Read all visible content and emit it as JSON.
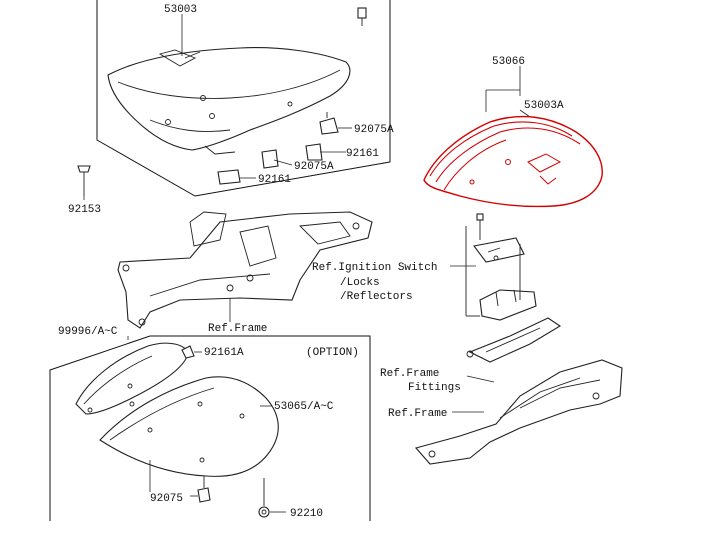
{
  "labels": {
    "p53003": "53003",
    "p92075a_1": "92075A",
    "p92161_1": "92161",
    "p92075a_2": "92075A",
    "p92161_2": "92161",
    "p92153": "92153",
    "p53066": "53066",
    "p53003a": "53003A",
    "ref_ignition_1": "Ref.Ignition Switch",
    "ref_ignition_2": "/Locks",
    "ref_ignition_3": "/Reflectors",
    "ref_frame_1": "Ref.Frame",
    "p99996": "99996/A~C",
    "p92161a": "92161A",
    "option": "(OPTION)",
    "p53065": "53065/A~C",
    "ref_frame_fittings_1": "Ref.Frame",
    "ref_frame_fittings_2": "Fittings",
    "ref_frame_2": "Ref.Frame",
    "p92075": "92075",
    "p92210": "92210"
  },
  "colors": {
    "line": "#222222",
    "highlight": "#d40000",
    "background": "#ffffff"
  }
}
